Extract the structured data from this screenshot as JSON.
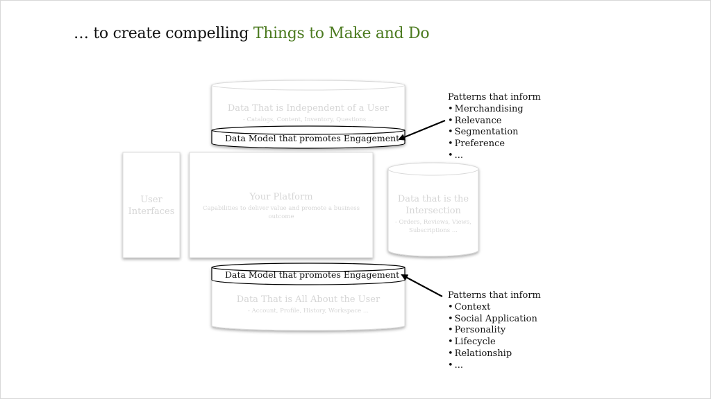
{
  "slide": {
    "title_prefix": "… to create compelling ",
    "title_accent": "Things to Make and Do",
    "accent_color": "#4b7a1f"
  },
  "boxes": {
    "ui": {
      "label": "User Interfaces"
    },
    "platform": {
      "title": "Your Platform",
      "subtitle": "Capabilities to deliver value and promote a business outcome"
    }
  },
  "stores": {
    "independent": {
      "title": "Data That is Independent of a User",
      "subtitle": "- Catalogs, Content, Inventory, Questions ..."
    },
    "intersection": {
      "title": "Data that is the Intersection",
      "subtitle": "- Orders, Reviews, Views, Subscriptions ..."
    },
    "about_user": {
      "title": "Data That is All About the User",
      "subtitle": "- Account, Profile, History, Workspace ..."
    }
  },
  "bands": {
    "top": "Data Model that promotes Engagement",
    "bottom": "Data Model that promotes Engagement"
  },
  "patterns_top": {
    "heading": "Patterns that inform",
    "items": [
      "Merchandising",
      "Relevance",
      "Segmentation",
      "Preference",
      "..."
    ]
  },
  "patterns_bottom": {
    "heading": "Patterns that inform",
    "items": [
      "Context",
      "Social Application",
      "Personality",
      "Lifecycle",
      "Relationship",
      "..."
    ]
  }
}
